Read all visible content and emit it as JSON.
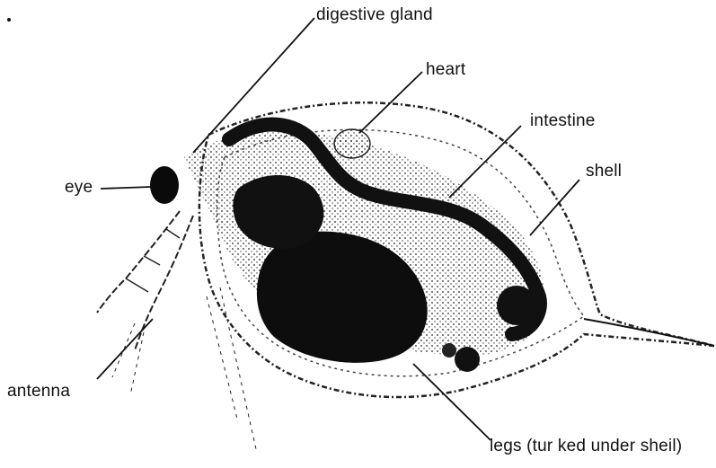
{
  "labels": {
    "digestive_gland": "digestive gland",
    "heart": "heart",
    "intestine": "intestine",
    "shell": "shell",
    "eye": "eye",
    "antenna": "antenna",
    "legs": "legs (tur ked under sheil)"
  },
  "colors": {
    "ink": "#111111",
    "background": "#ffffff",
    "tissue": "#1a1a1a"
  }
}
